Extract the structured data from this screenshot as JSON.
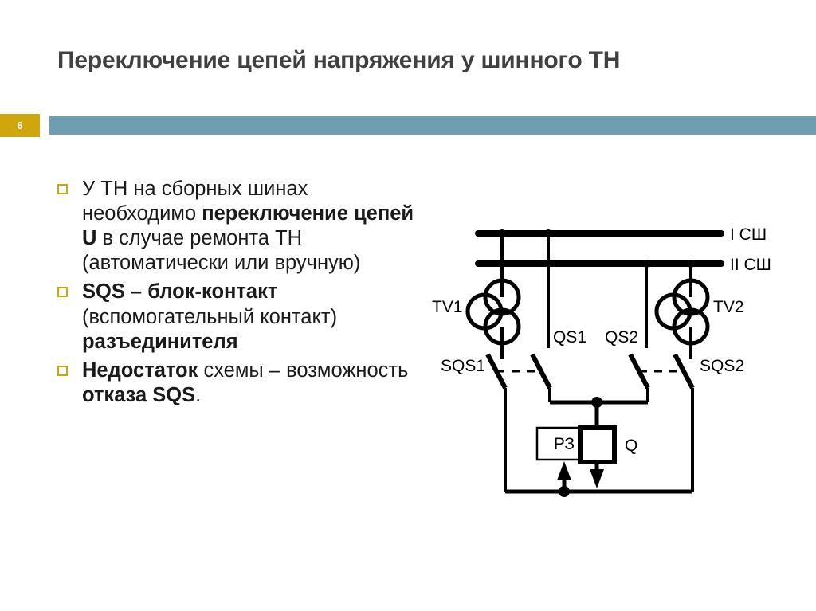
{
  "slide": {
    "number": "6",
    "title": "Переключение цепей напряжения у шинного ТН",
    "accent_gold": "#cfa60d",
    "accent_blue": "#6f9eb0",
    "text_color": "#1a1a1a"
  },
  "bullets": [
    {
      "marker": "square-bullet-icon",
      "segments": [
        {
          "text": "У ТН на сборных шинах необходимо ",
          "bold": false
        },
        {
          "text": "переключение цепей U",
          "bold": true
        },
        {
          "text": " в случае ремонта ТН (автоматически или вручную)",
          "bold": false
        }
      ]
    },
    {
      "marker": "square-bullet-icon",
      "segments": [
        {
          "text": "SQS – блок-контакт",
          "bold": true
        },
        {
          "text": " (вспомогательный контакт) ",
          "bold": false
        },
        {
          "text": "разъединителя",
          "bold": true
        }
      ]
    },
    {
      "marker": "square-bullet-icon",
      "segments": [
        {
          "text": "Недостаток",
          "bold": true
        },
        {
          "text": " схемы – возможность ",
          "bold": false
        },
        {
          "text": "отказа SQS",
          "bold": true
        },
        {
          "text": ".",
          "bold": false
        }
      ]
    }
  ],
  "diagram": {
    "title": "voltage-transformer-switching-schematic",
    "line_color": "#000000",
    "labels": {
      "bus1": "I СШ",
      "bus2": "II СШ",
      "tv1": "TV1",
      "tv2": "TV2",
      "qs1": "QS1",
      "qs2": "QS2",
      "sqs1": "SQS1",
      "sqs2": "SQS2",
      "relay": "РЗ",
      "breaker": "Q"
    },
    "components": [
      {
        "id": "bus1",
        "type": "busbar",
        "label": "I СШ"
      },
      {
        "id": "bus2",
        "type": "busbar",
        "label": "II СШ"
      },
      {
        "id": "tv1",
        "type": "voltage-transformer",
        "label": "TV1"
      },
      {
        "id": "tv2",
        "type": "voltage-transformer",
        "label": "TV2"
      },
      {
        "id": "qs1",
        "type": "disconnector",
        "label": "QS1"
      },
      {
        "id": "qs2",
        "type": "disconnector",
        "label": "QS2"
      },
      {
        "id": "sqs1",
        "type": "auxiliary-contact",
        "label": "SQS1"
      },
      {
        "id": "sqs2",
        "type": "auxiliary-contact",
        "label": "SQS2"
      },
      {
        "id": "relay",
        "type": "relay-protection-block",
        "label": "РЗ"
      },
      {
        "id": "breaker",
        "type": "breaker-coil",
        "label": "Q"
      }
    ]
  }
}
